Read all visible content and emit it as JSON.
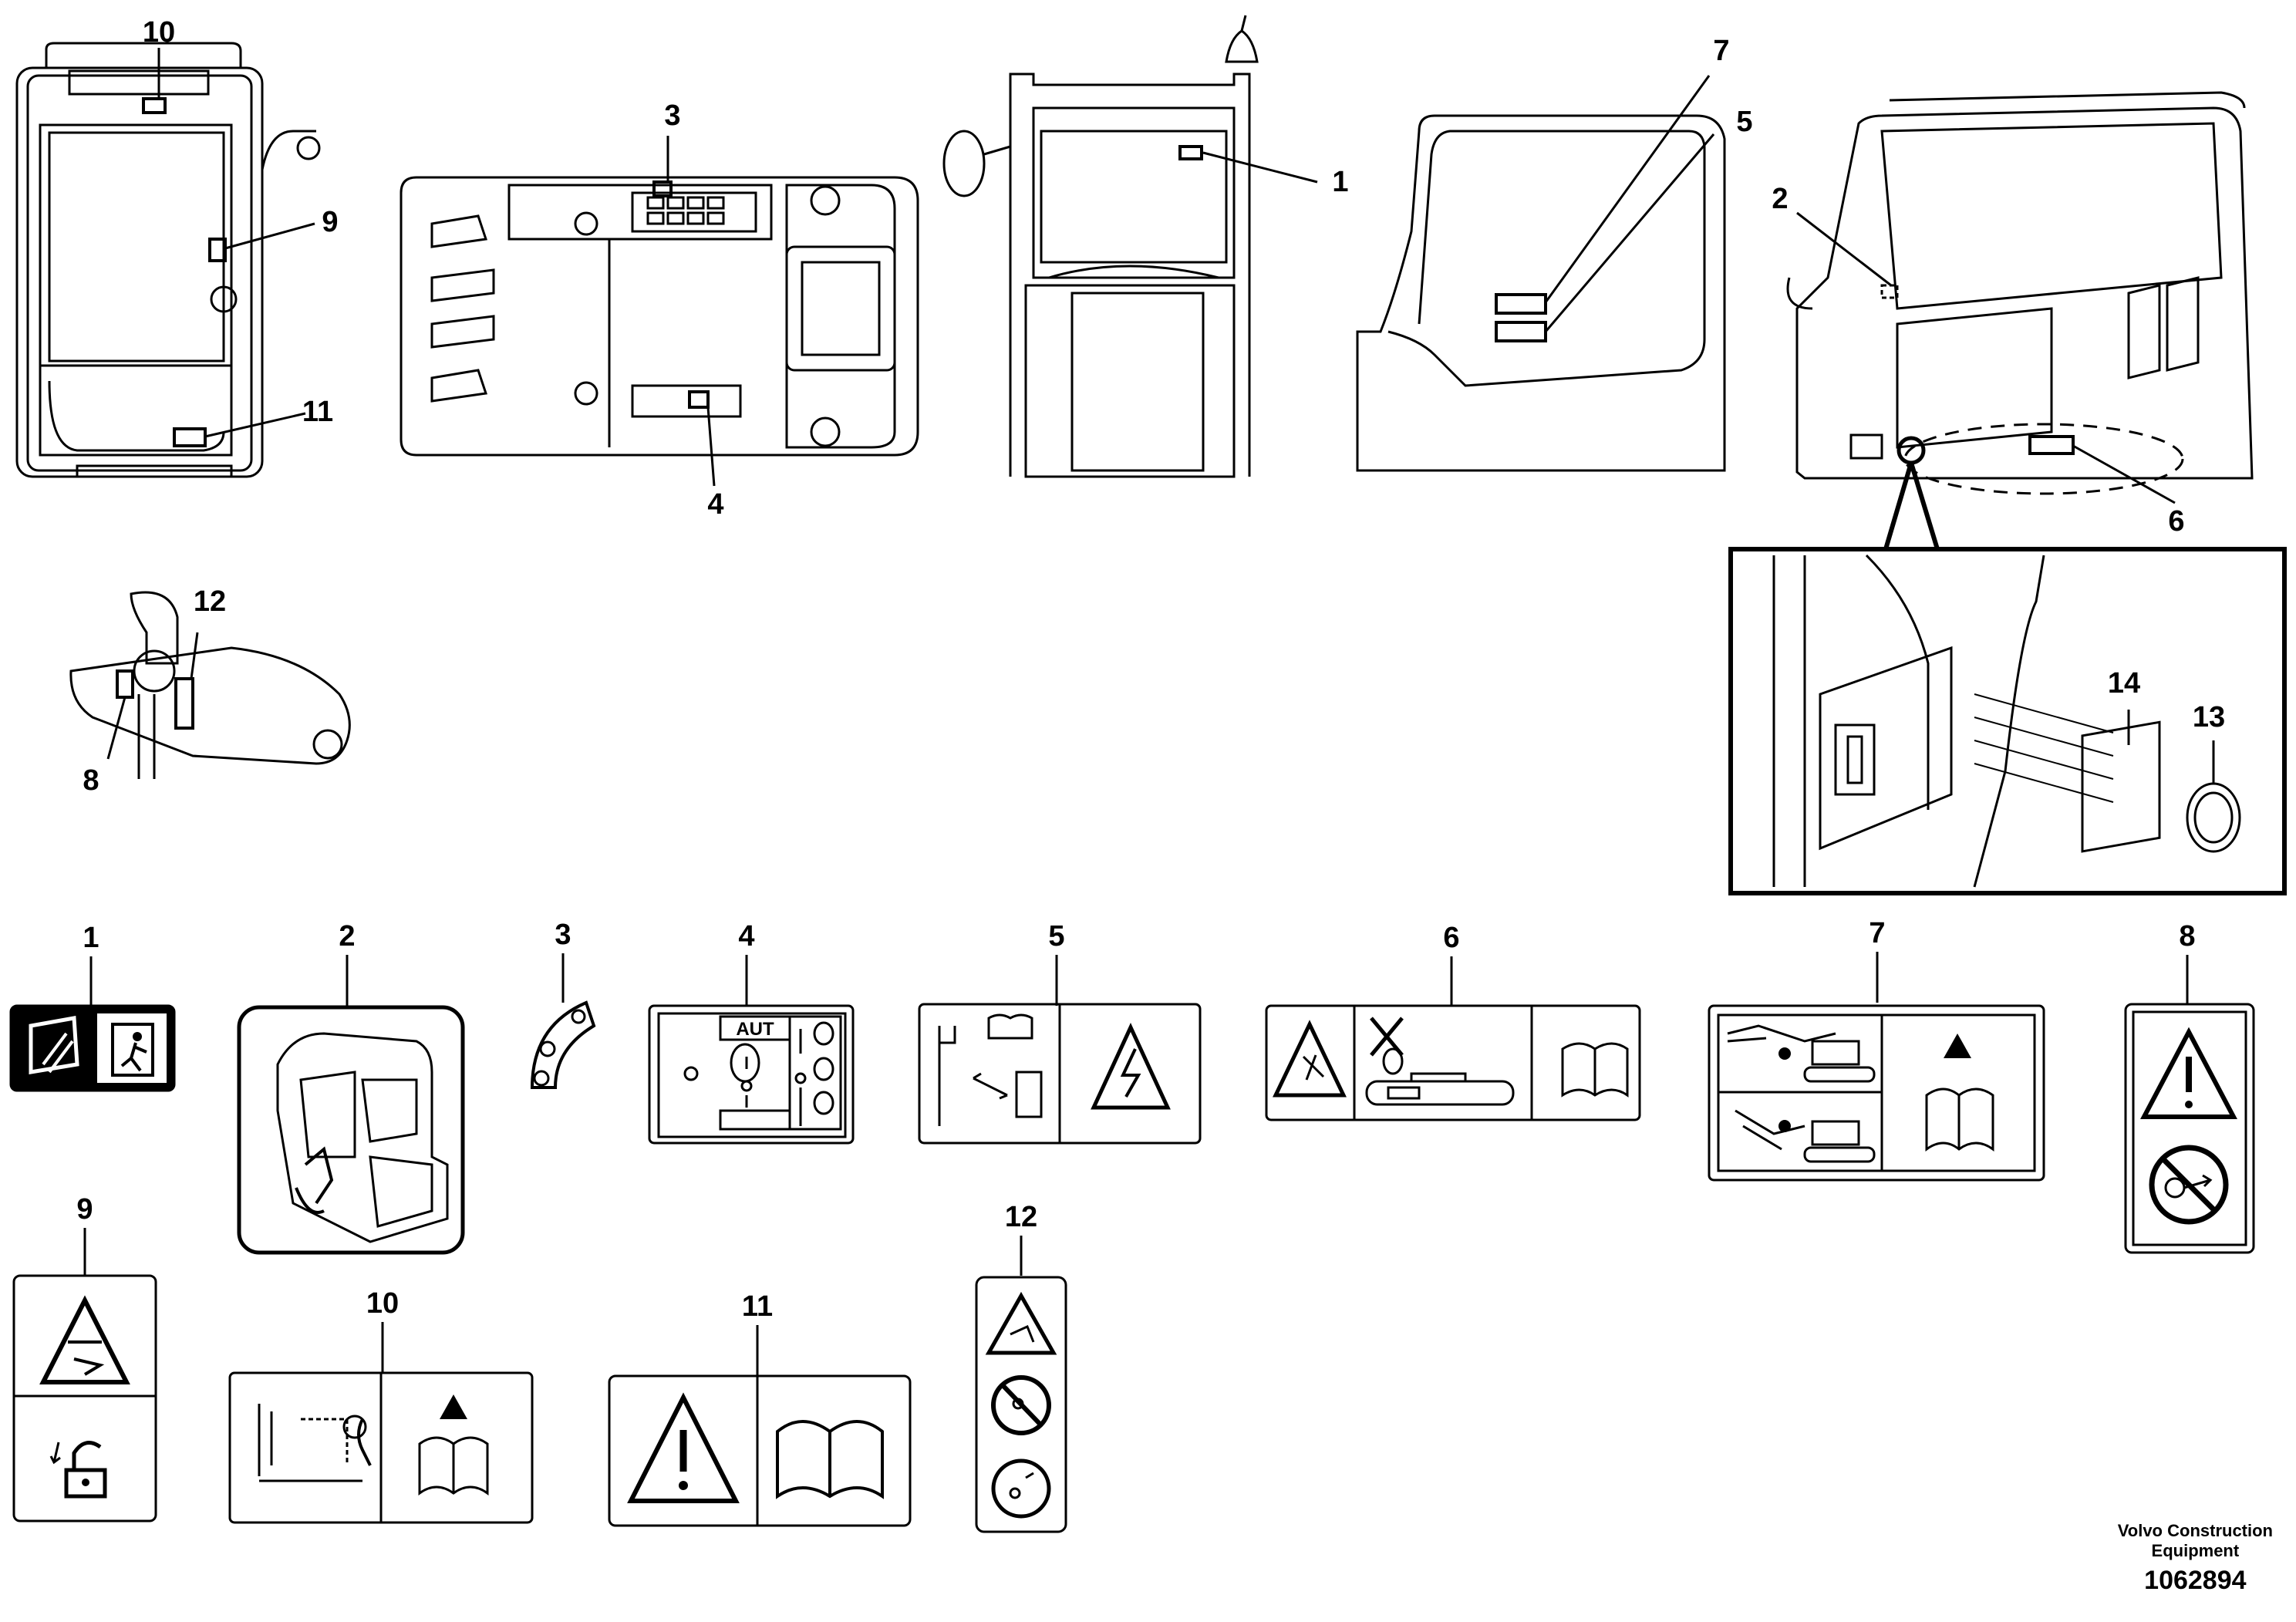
{
  "callouts": [
    "1",
    "2",
    "3",
    "4",
    "5",
    "6",
    "7",
    "8",
    "9",
    "10",
    "11",
    "12",
    "13",
    "14"
  ],
  "decal_labels": [
    "1",
    "2",
    "3",
    "4",
    "5",
    "6",
    "7",
    "8",
    "9",
    "10",
    "11",
    "12"
  ],
  "decal4_text": "AUT",
  "credit": {
    "line1": "Volvo Construction",
    "line2": "Equipment",
    "drawing_number": "1062894"
  }
}
